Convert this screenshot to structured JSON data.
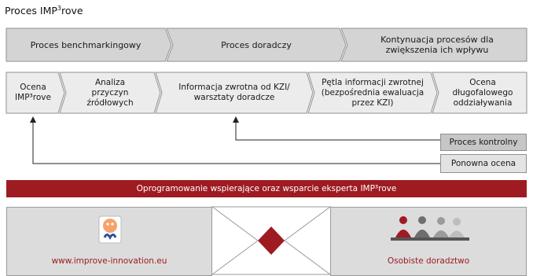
{
  "title": {
    "main": "Proces IMP",
    "sup": "3",
    "rest": "rove"
  },
  "top_row": [
    {
      "label": "Proces benchmarkingowy"
    },
    {
      "label": "Proces doradczy"
    },
    {
      "label": "Kontynuacja procesów dla\nzwiększenia ich wpływu"
    }
  ],
  "steps": [
    {
      "label": "Ocena\nIMP³rove"
    },
    {
      "label": "Analiza\nprzyczyn\nźródłowych"
    },
    {
      "label": "Informacja zwrotna od KZI/\nwarsztaty doradcze"
    },
    {
      "label": "Pętla informacji zwrotnej\n(bezpośrednia ewaluacja\nprzez KZI)"
    },
    {
      "label": "Ocena\ndługofalowego\noddziaływania"
    }
  ],
  "side_tabs": [
    {
      "label": "Proces kontrolny"
    },
    {
      "label": "Ponowna ocena"
    }
  ],
  "banner": {
    "text": "Oprogramowanie wspierające oraz wsparcie eksperta IMP³rove"
  },
  "bottom": {
    "left_label": "www.improve-innovation.eu",
    "right_label": "Osobiste doradztwo"
  },
  "colors": {
    "accent": "#9e1b22",
    "gray_light": "#d9d9d9",
    "gray_mid": "#c6c6c6"
  }
}
